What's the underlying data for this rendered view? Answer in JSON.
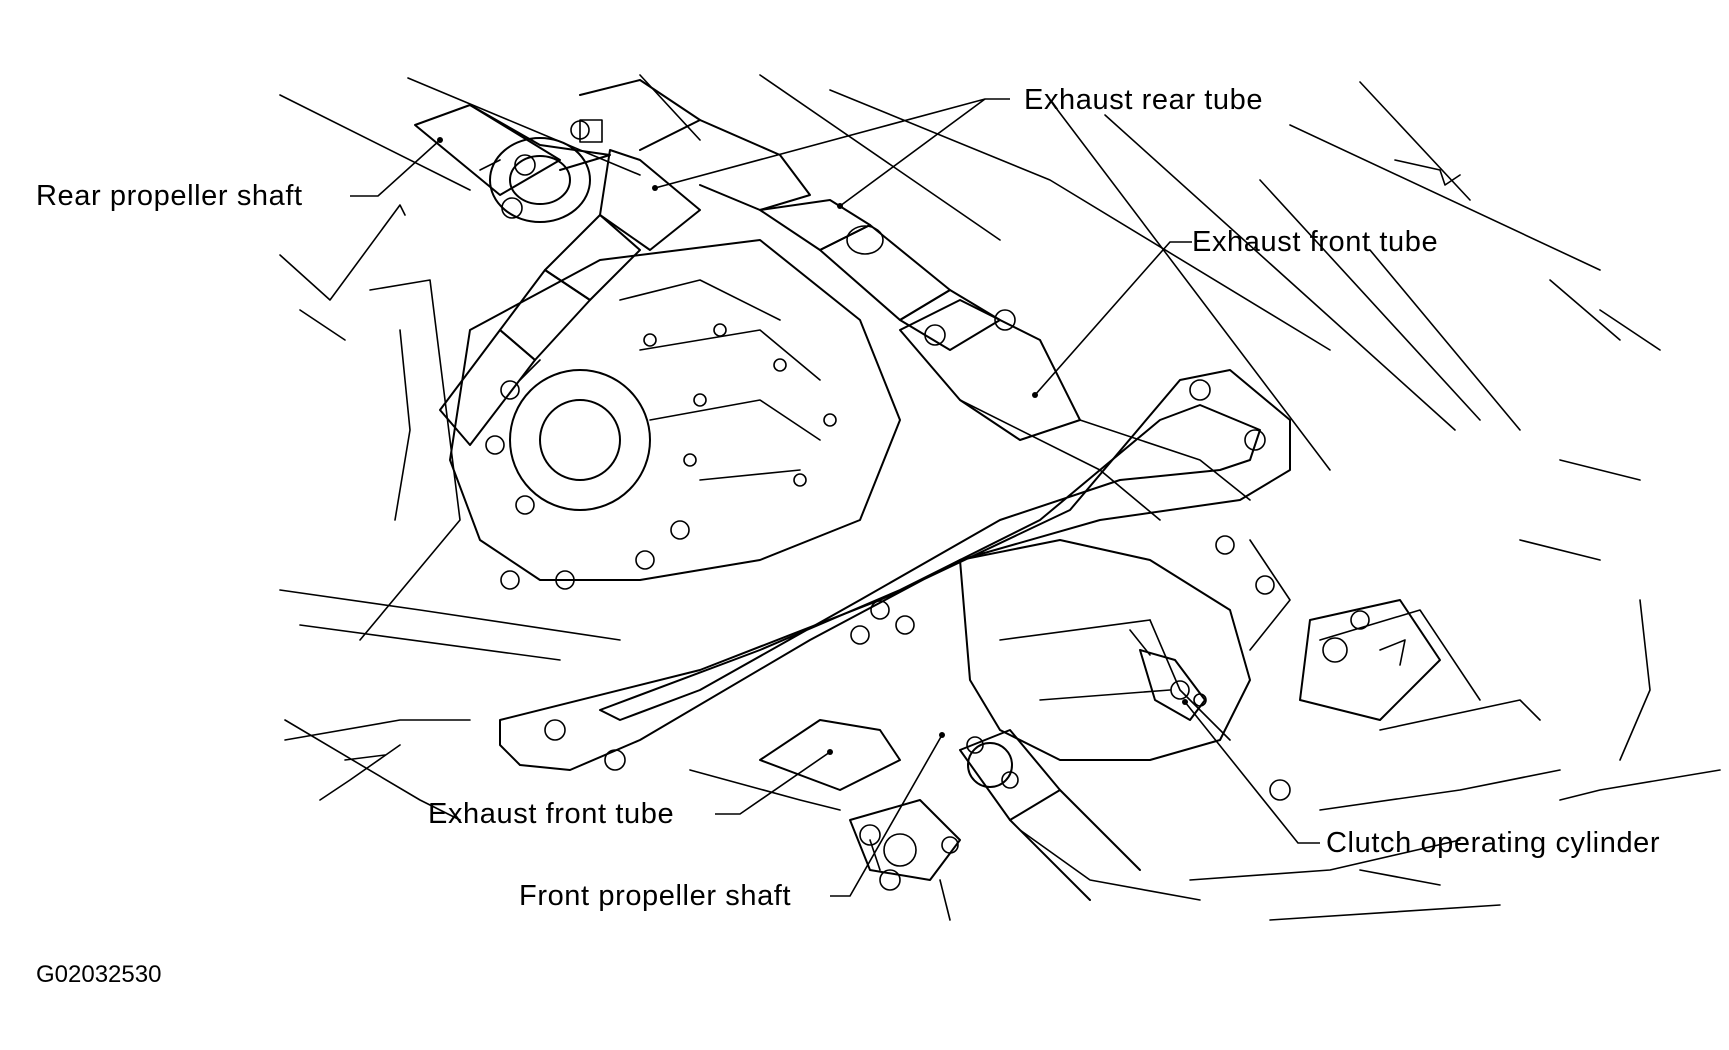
{
  "figure_id": "G02032530",
  "callouts": {
    "rear_propeller_shaft": "Rear propeller shaft",
    "exhaust_rear_tube": "Exhaust rear tube",
    "exhaust_front_tube_upper": "Exhaust front tube",
    "exhaust_front_tube_lower": "Exhaust front tube",
    "front_propeller_shaft": "Front propeller shaft",
    "clutch_operating_cylinder": "Clutch operating cylinder"
  }
}
